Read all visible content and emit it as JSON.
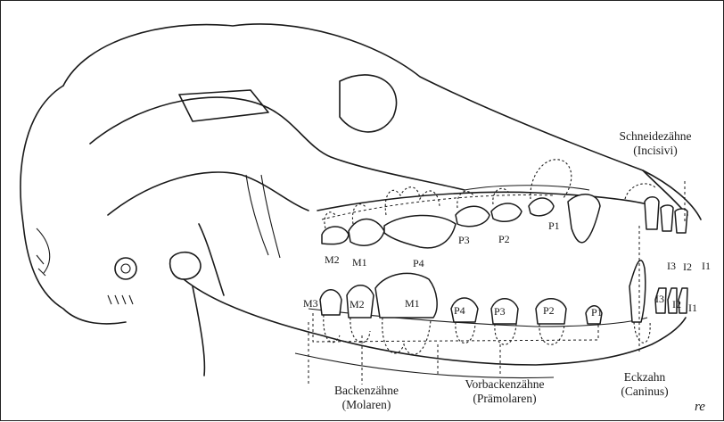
{
  "groups": {
    "incisors": {
      "name": "Schneidezähne",
      "latin": "(Incisivi)"
    },
    "molars": {
      "name": "Backenzähne",
      "latin": "(Molaren)"
    },
    "premolars": {
      "name": "Vorbackenzähne",
      "latin": "(Prämolaren)"
    },
    "canine": {
      "name": "Eckzahn",
      "latin": "(Caninus)"
    }
  },
  "upper_teeth": [
    "M2",
    "M1",
    "P4",
    "P3",
    "P2",
    "P1",
    "I3",
    "I2",
    "I1"
  ],
  "lower_teeth": [
    "M3",
    "M2",
    "M1",
    "P4",
    "P3",
    "P2",
    "P1",
    "I3",
    "I2",
    "I1"
  ],
  "signature": "re"
}
